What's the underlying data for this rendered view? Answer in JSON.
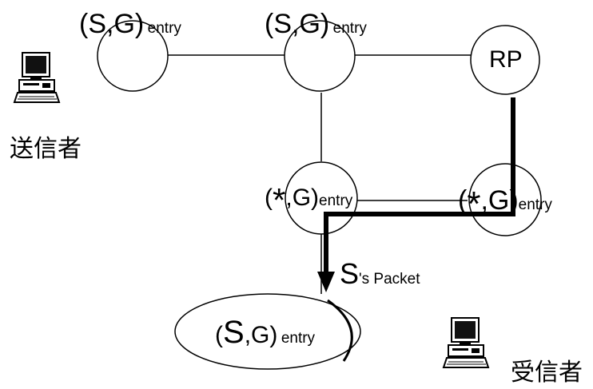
{
  "colors": {
    "stroke": "#000000",
    "background": "#ffffff"
  },
  "icons": {
    "sender": "computer-icon",
    "receiver": "computer-icon"
  },
  "nodes": {
    "sg_left": {
      "prefix": "(S,G)",
      "suffix": "entry"
    },
    "sg_mid": {
      "prefix": "(S,G)",
      "suffix": "entry"
    },
    "rp": {
      "label": "RP"
    },
    "starg_mid": {
      "open": "(",
      "star": "*",
      "close": ",G)",
      "suffix": "entry"
    },
    "starg_right": {
      "open": "(",
      "star": "*",
      "close": ",G)",
      "suffix": "entry"
    },
    "sg_bottom": {
      "open": "(",
      "s": "S",
      "close": ",G)",
      "suffix": "entry"
    }
  },
  "sender_label": "送信者",
  "receiver_label": "受信者",
  "packet_label": {
    "s": "S",
    "rest": "'s Packet"
  }
}
